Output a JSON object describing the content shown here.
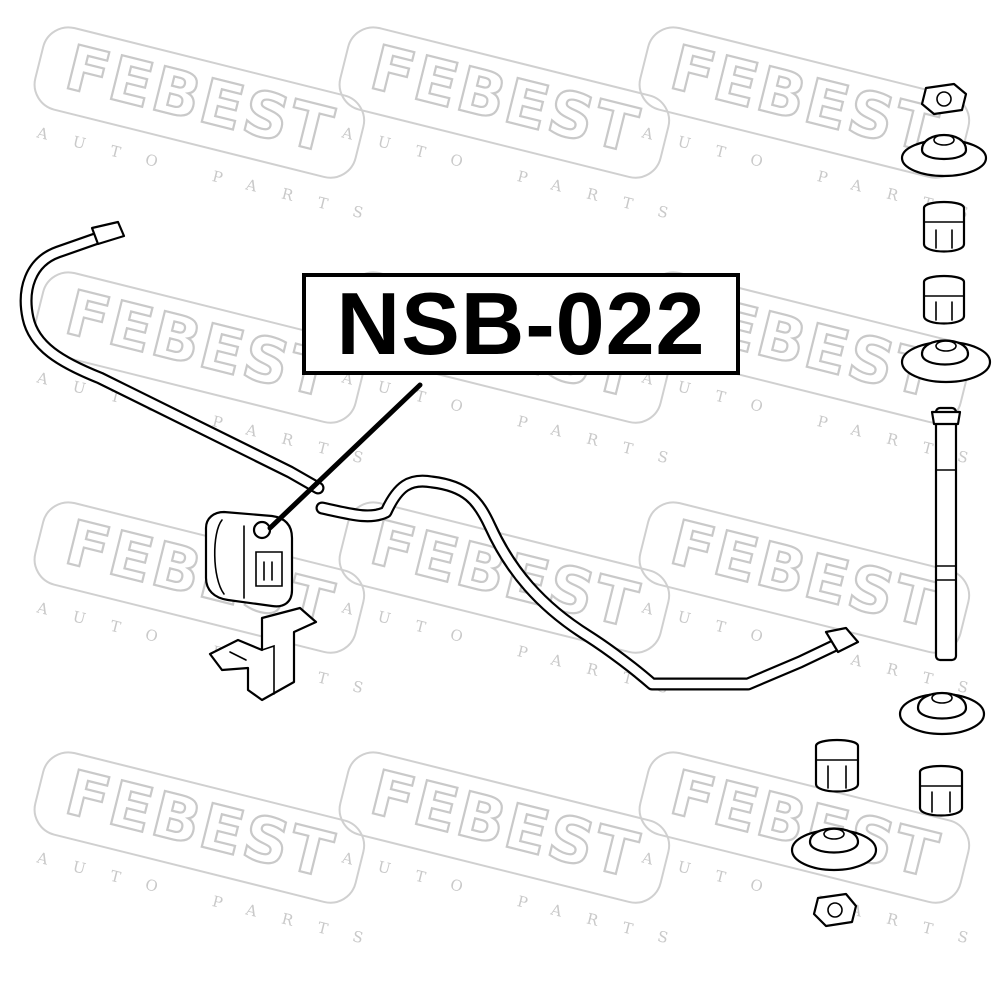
{
  "callout": {
    "part_number": "NSB-022"
  },
  "watermark": {
    "brand": "FEBEST",
    "tagline": "AUTO PARTS",
    "color": "#c9c9c9"
  },
  "colors": {
    "line": "#000000",
    "background": "#ffffff"
  }
}
